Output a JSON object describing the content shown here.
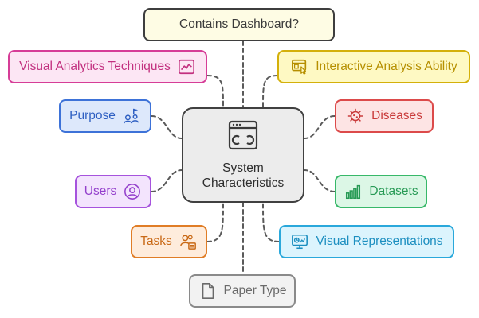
{
  "center": {
    "line1": "System",
    "line2": "Characteristics",
    "icon": "dashboard-window-icon"
  },
  "nodes": {
    "dashboard": {
      "label": "Contains Dashboard?",
      "icon": ""
    },
    "visual_analytics": {
      "label": "Visual Analytics Techniques",
      "icon": "line-chart-icon"
    },
    "interactive": {
      "label": "Interactive Analysis Ability",
      "icon": "interactive-screen-icon"
    },
    "purpose": {
      "label": "Purpose",
      "icon": "target-people-icon"
    },
    "diseases": {
      "label": "Diseases",
      "icon": "virus-icon"
    },
    "users": {
      "label": "Users",
      "icon": "user-circle-icon"
    },
    "datasets": {
      "label": "Datasets",
      "icon": "bar-chart-icon"
    },
    "tasks": {
      "label": "Tasks",
      "icon": "user-task-icon"
    },
    "visual_rep": {
      "label": "Visual Representations",
      "icon": "monitor-chart-icon"
    },
    "paper_type": {
      "label": "Paper Type",
      "icon": "document-icon"
    }
  },
  "colors": {
    "center_border": "#404040",
    "center_fill": "#ececec",
    "dashboard": "#fefce4",
    "visual_analytics": "#fce6f4",
    "interactive": "#fef9c3",
    "purpose": "#dde8fb",
    "diseases": "#fde4e4",
    "users": "#f3e4fd",
    "datasets": "#dcf7e6",
    "tasks": "#feecdc",
    "visual_rep": "#dcf4fd",
    "paper_type": "#f2f2f2",
    "connector": "#5a5a5a"
  }
}
